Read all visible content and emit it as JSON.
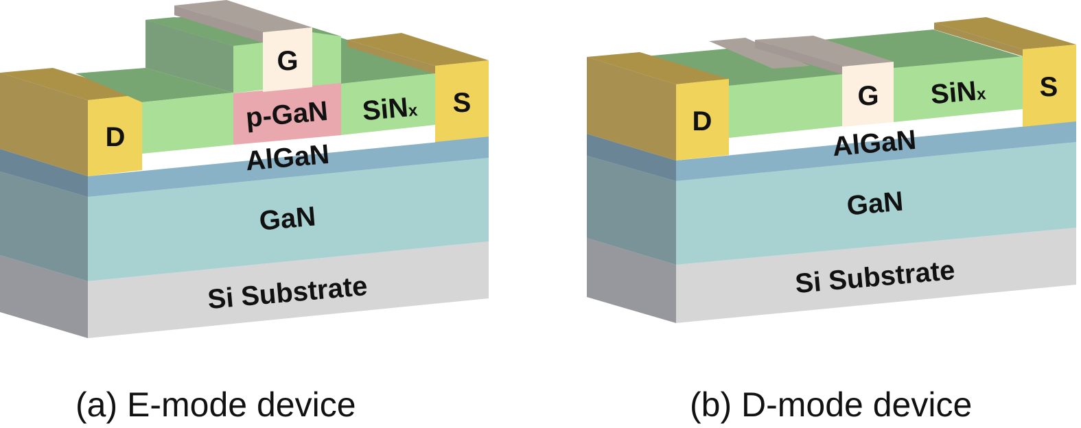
{
  "figure": {
    "panels": [
      {
        "id": "a",
        "caption": "(a) E-mode device",
        "labels": {
          "drain": "D",
          "gate": "G",
          "source": "S",
          "p_gan": "p-GaN",
          "sinx": "SiN",
          "sinx_sub": "x",
          "algan": "AlGaN",
          "gan": "GaN",
          "substrate": "Si Substrate"
        }
      },
      {
        "id": "b",
        "caption": "(b) D-mode device",
        "labels": {
          "drain": "D",
          "gate": "G",
          "source": "S",
          "sinx": "SiN",
          "sinx_sub": "x",
          "algan": "AlGaN",
          "gan": "GaN",
          "substrate": "Si Substrate"
        }
      }
    ],
    "colors": {
      "contact_front": "#efd35a",
      "contact_side": "#a89050",
      "contact_top": "#ab9247",
      "gate_front": "#fdf0e0",
      "gate_top": "#aba19b",
      "sinx_front": "#a9df97",
      "sinx_top": "#78a673",
      "sinx_side": "#7a9e7a",
      "pgan_front": "#e8a8ae",
      "algan_front": "#8ab2c6",
      "algan_side": "#6a8595",
      "gan_front": "#a8d2d1",
      "gan_side": "#7a9398",
      "sub_front": "#d6d6d6",
      "sub_side": "#97989d"
    }
  }
}
